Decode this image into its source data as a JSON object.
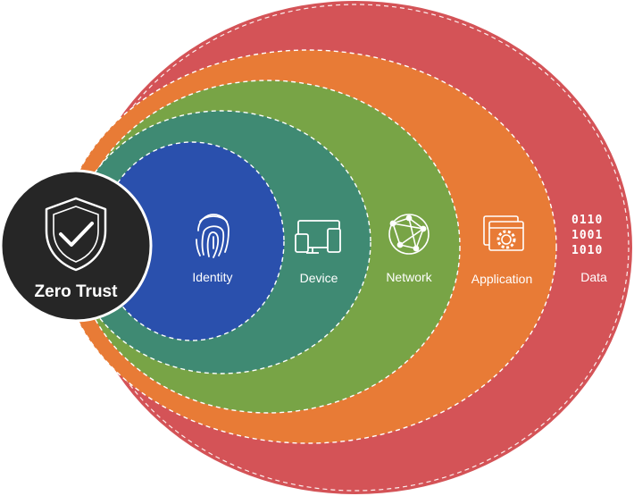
{
  "center": {
    "label": "Zero Trust",
    "icon": "shield-check-icon"
  },
  "layers": [
    {
      "name": "Identity",
      "icon": "fingerprint-icon",
      "color": "#2a50ad"
    },
    {
      "name": "Device",
      "icon": "devices-icon",
      "color": "#3f8a73"
    },
    {
      "name": "Network",
      "icon": "globe-network-icon",
      "color": "#78a446"
    },
    {
      "name": "Application",
      "icon": "application-gear-icon",
      "color": "#e87b36"
    },
    {
      "name": "Data",
      "icon": "binary-data-icon",
      "color": "#d45357"
    }
  ],
  "data_bits": [
    "0110",
    "1001",
    "1010"
  ],
  "colors": {
    "center": "#262626",
    "stroke": "#ffffff"
  }
}
